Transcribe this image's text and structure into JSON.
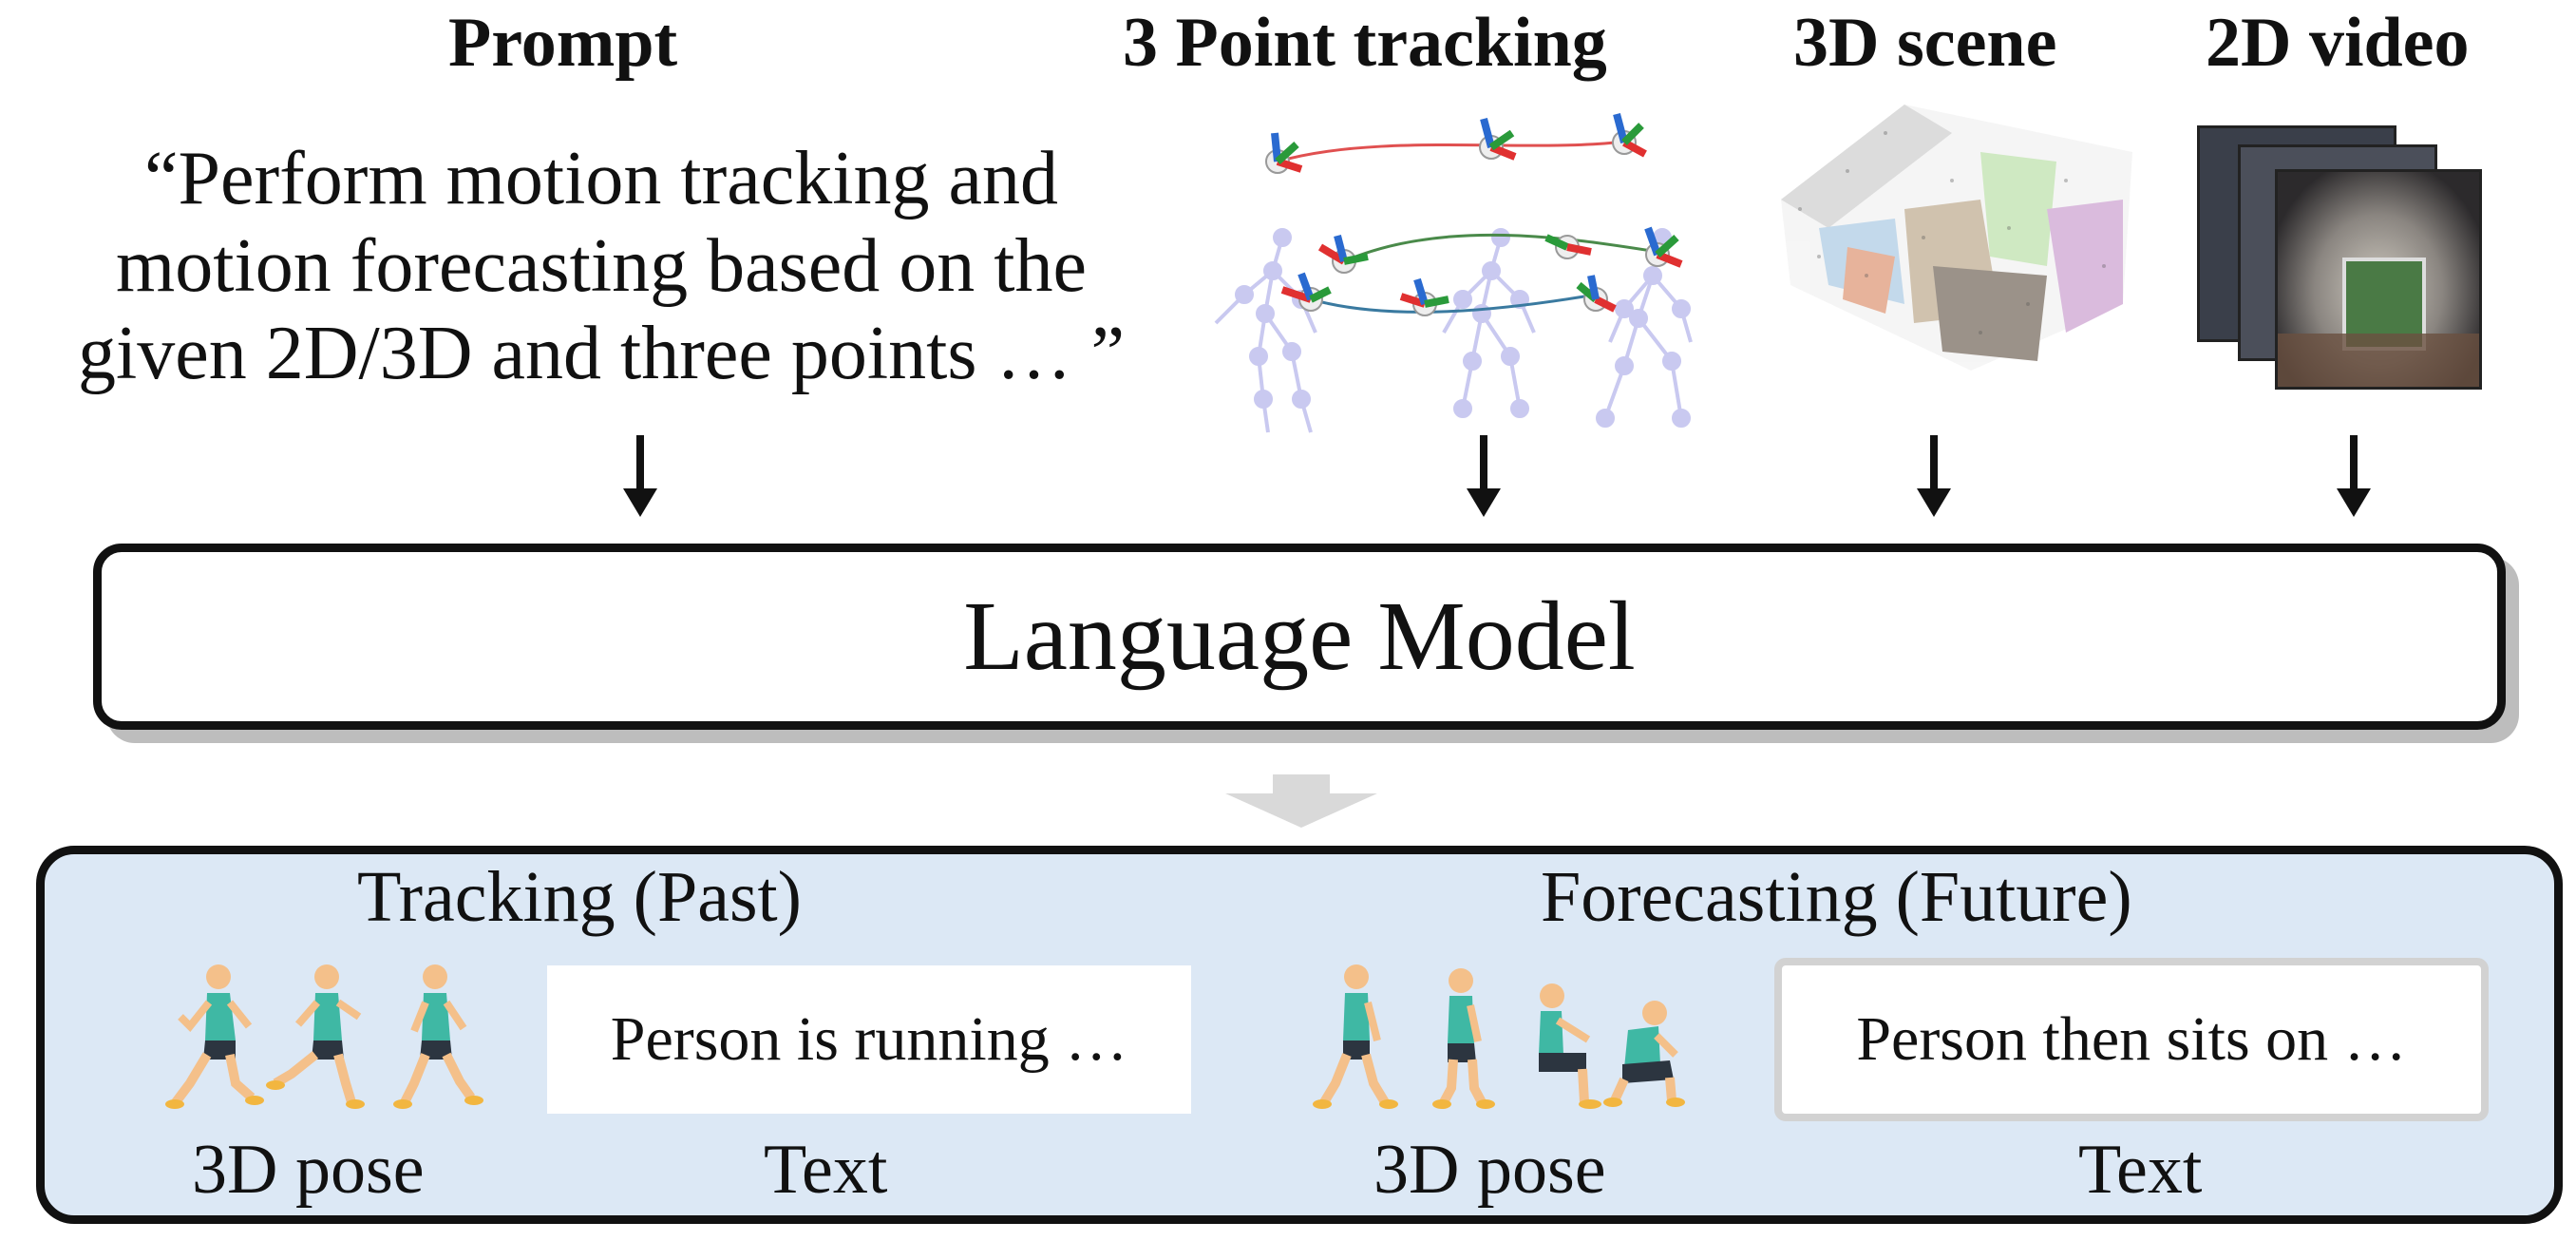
{
  "headers": {
    "prompt": "Prompt",
    "tracking": "3 Point tracking",
    "scene": "3D scene",
    "video": "2D video"
  },
  "prompt_lines": [
    "“Perform motion tracking and",
    "motion forecasting based on the",
    "given 2D/3D and three points … ”"
  ],
  "model": {
    "label": "Language Model"
  },
  "outputs": {
    "tracking": {
      "title": "Tracking (Past)",
      "pose_label": "3D pose",
      "text_label": "Text",
      "text_box": "Person is running …"
    },
    "forecasting": {
      "title": "Forecasting (Future)",
      "pose_label": "3D pose",
      "text_label": "Text",
      "text_box": "Person then sits on …"
    }
  },
  "colors": {
    "panel_bg": "#dce8f5",
    "skeleton": "#c9c9f0",
    "axis_red": "#e03030",
    "axis_green": "#2a9a3a",
    "axis_blue": "#2a6ad0",
    "figure_shirt": "#3fb8a4",
    "figure_skin": "#f4c08a",
    "figure_shoe": "#f2b640",
    "figure_pants": "#2c3540"
  },
  "icons": [
    "down-arrow-icon",
    "gray-down-arrow-icon",
    "runner-icon",
    "sitting-figure-icon"
  ]
}
